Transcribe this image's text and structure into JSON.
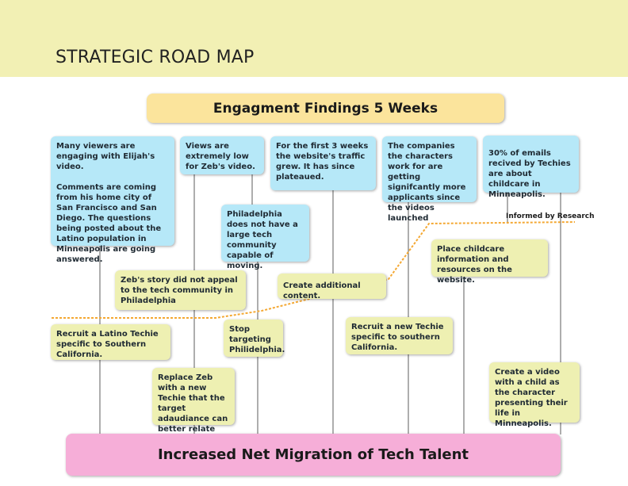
{
  "header": {
    "title": "STRATEGIC ROAD MAP"
  },
  "top_banner": {
    "text": "Engagment Findings 5 Weeks"
  },
  "bottom_banner": {
    "text": "Increased Net Migration of Tech Talent"
  },
  "threshold_label": "Informed by Research",
  "findings": [
    {
      "p1": "Many viewers are engaging with Elijah's video.",
      "p2": "Comments are coming from his home city of San Francisco and San Diego. The questions being posted about the Latino population in Minneapolis are going answered."
    },
    {
      "p1": "Views are extremely low for Zeb's video."
    },
    {
      "p1": "For the first 3 weeks the website's traffic grew. It has since plateaued."
    },
    {
      "p1": "The companies the characters work for are getting signifcantly more applicants since the videos launched"
    },
    {
      "p1": "30% of emails recived by Techies are about childcare in Minneapolis."
    },
    {
      "p1": "Philadelphia does not have a large tech community capable of moving."
    }
  ],
  "actions": [
    {
      "text": "Zeb's story did not appeal to the tech community in Philadelphia"
    },
    {
      "text": "Recruit a Latino Techie specific to Southern California."
    },
    {
      "text": "Replace Zeb with a new Techie that the target adaudiance can better relate to."
    },
    {
      "text": "Stop targeting Philidelphia."
    },
    {
      "text": "Create additional content."
    },
    {
      "text": "Recruit a new Techie specific to southern California."
    },
    {
      "text": "Place childcare information and resources on the website."
    },
    {
      "text": "Create a video with a child as the character presenting their life in Minneapolis."
    }
  ]
}
